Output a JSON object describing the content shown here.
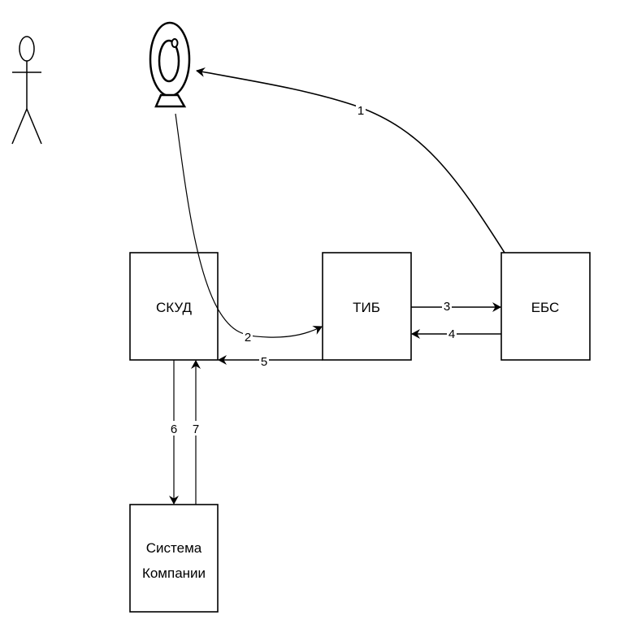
{
  "diagram": {
    "actor": {
      "icon": "stick-figure-user-icon"
    },
    "camera": {
      "icon": "webcam-icon"
    },
    "nodes": {
      "skud": {
        "label": "СКУД"
      },
      "tib": {
        "label": "ТИБ"
      },
      "ebs": {
        "label": "ЕБС"
      },
      "company": {
        "label_line1": "Система",
        "label_line2": "Компании"
      }
    },
    "edges": [
      {
        "id": "e1",
        "label": "1",
        "from": "ЕБС",
        "to": "camera"
      },
      {
        "id": "e2",
        "label": "2",
        "from": "camera",
        "to": "ТИБ"
      },
      {
        "id": "e3",
        "label": "3",
        "from": "ТИБ",
        "to": "ЕБС"
      },
      {
        "id": "e4",
        "label": "4",
        "from": "ЕБС",
        "to": "ТИБ"
      },
      {
        "id": "e5",
        "label": "5",
        "from": "ТИБ",
        "to": "СКУД"
      },
      {
        "id": "e6",
        "label": "6",
        "from": "СКУД",
        "to": "Система Компании"
      },
      {
        "id": "e7",
        "label": "7",
        "from": "Система Компании",
        "to": "СКУД"
      }
    ]
  }
}
